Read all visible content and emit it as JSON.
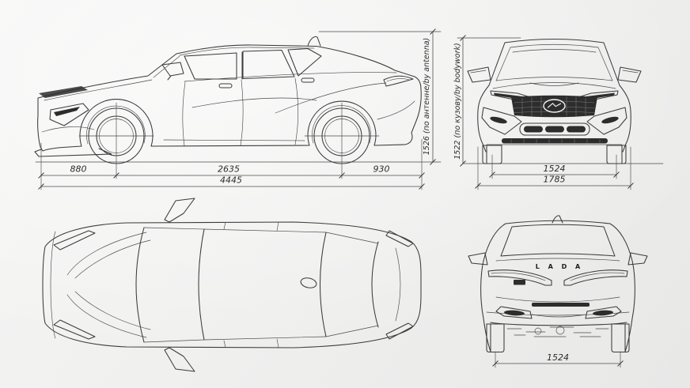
{
  "document": {
    "kind": "orthographic technical drawing of a sedan (blueprint, four views)"
  },
  "colors": {
    "background": "#efefee",
    "line": "#3b3b3b",
    "dark_fill": "#2d2d2d"
  },
  "side_view": {
    "front_overhang": "880",
    "wheelbase": "2635",
    "rear_overhang": "930",
    "overall_length": "4445",
    "height_to_antenna": "1526 (по антенне/by antenna)"
  },
  "front_view": {
    "height_to_body": "1522 (по кузову/by bodywork)",
    "front_track": "1524",
    "overall_width": "1785"
  },
  "rear_view": {
    "rear_track": "1524",
    "badge_text": "L A D A"
  }
}
